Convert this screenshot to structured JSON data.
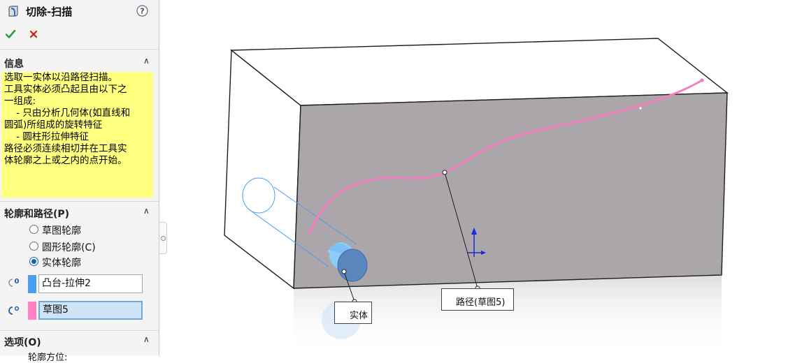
{
  "feature": {
    "title": "切除-扫描",
    "help_icon": "help-circle-icon",
    "ok_icon": "check-icon",
    "cancel_icon": "close-icon"
  },
  "info": {
    "header": "信息",
    "lines": [
      "选取一实体以沿路径扫描。",
      "",
      "工具实体必须凸起且由以下之",
      "一组成:",
      "    - 只由分析几何体(如直线和",
      "圆弧)所组成的旋转特征",
      "    - 圆柱形拉伸特征",
      "",
      "路径必须连续相切并在工具实",
      "体轮廓之上或之内的点开始。"
    ]
  },
  "profile_path": {
    "header": "轮廓和路径(P)",
    "options": [
      {
        "label": "草图轮廓",
        "selected": false
      },
      {
        "label": "圆形轮廓(C)",
        "selected": false
      },
      {
        "label": "实体轮廓",
        "selected": true
      }
    ],
    "tool_body_value": "凸台-拉伸2",
    "path_value": "草图5",
    "tool_body_color": "#4a9df0",
    "path_color": "#ff82c6"
  },
  "options_section": {
    "header": "选项(O)",
    "partial_label": "轮廓方位:"
  },
  "viewport": {
    "callout_body": "实体",
    "callout_path": "路径(草图5)",
    "face_color": "#aaa6aa",
    "path_color": "#f57fc0",
    "tool_color": "#5fb4f5"
  }
}
